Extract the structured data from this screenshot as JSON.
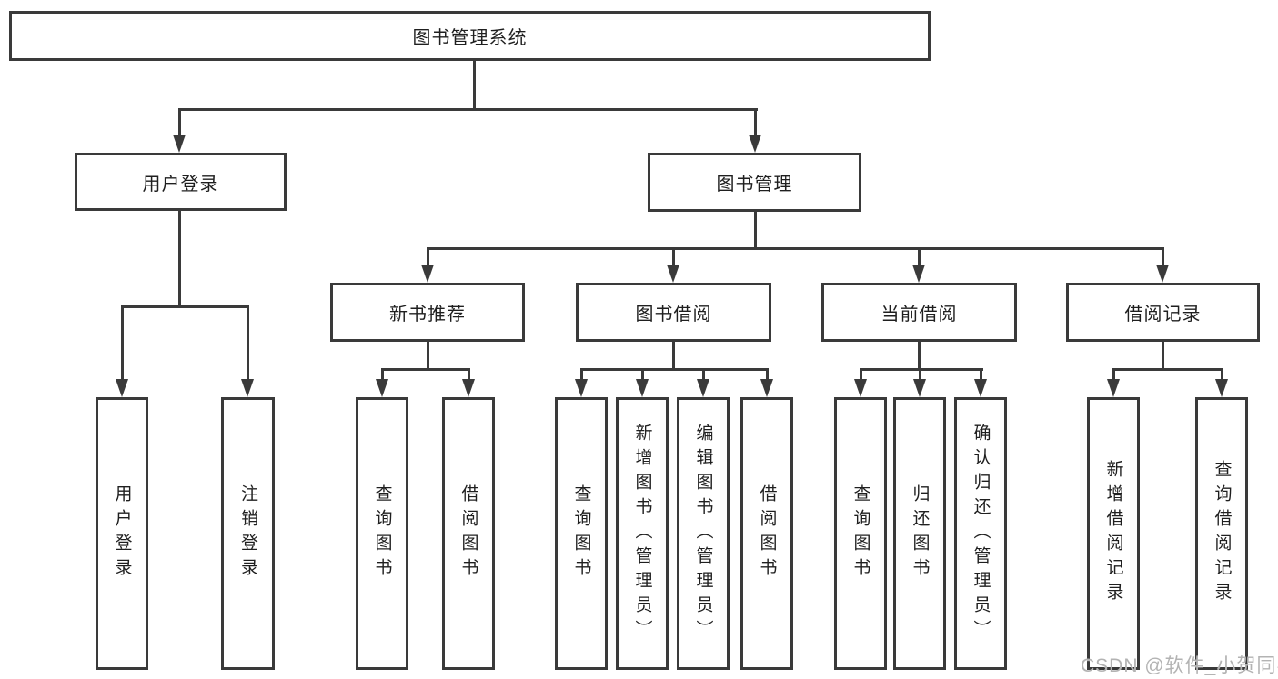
{
  "diagram": {
    "root": {
      "label": "图书管理系统"
    },
    "level2": [
      {
        "label": "用户登录",
        "leaves": [
          "用户登录",
          "注销登录"
        ]
      },
      {
        "label": "图书管理"
      }
    ],
    "level3": [
      {
        "label": "新书推荐",
        "leaves": [
          "查询图书",
          "借阅图书"
        ]
      },
      {
        "label": "图书借阅",
        "leaves": [
          "查询图书",
          "新增图书（管理员）",
          "编辑图书（管理员）",
          "借阅图书"
        ]
      },
      {
        "label": "当前借阅",
        "leaves": [
          "查询图书",
          "归还图书",
          "确认归还（管理员）"
        ]
      },
      {
        "label": "借阅记录",
        "leaves": [
          "新增借阅记录",
          "查询借阅记录"
        ]
      }
    ],
    "watermark": "CSDN @软件_小贺同学",
    "colors": {
      "line": "#3a3a3a",
      "text": "#1f1f1f",
      "watermark": "#b3b3b3"
    }
  }
}
